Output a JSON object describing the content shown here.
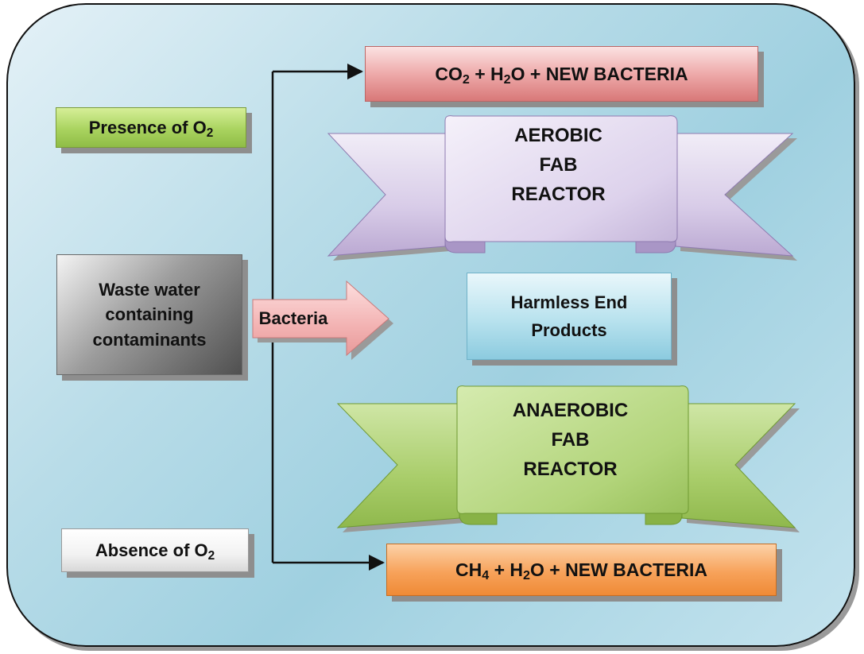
{
  "diagram": {
    "presence": {
      "text": "Presence of O",
      "sub": "2"
    },
    "absence": {
      "text": "Absence of O",
      "sub": "2"
    },
    "waste": {
      "line1": "Waste water",
      "line2": "containing",
      "line3": "contaminants"
    },
    "bacteria_label": "Bacteria",
    "co2_output": {
      "p1": "CO",
      "s1": "2",
      "p2": " + H",
      "s2": "2",
      "p3": "O + NEW BACTERIA"
    },
    "aerobic": {
      "line1": "AEROBIC",
      "line2": "FAB",
      "line3": "REACTOR"
    },
    "harmless": {
      "line1": "Harmless End",
      "line2": "Products"
    },
    "anaerobic": {
      "line1": "ANAEROBIC",
      "line2": "FAB",
      "line3": "REACTOR"
    },
    "ch4_output": {
      "p1": "CH",
      "s1": "4",
      "p2": " + H",
      "s2": "2",
      "p3": "O + NEW BACTERIA"
    }
  },
  "colors": {
    "aerobic_banner": "#dcd3ea",
    "aerobic_banner_dark": "#b9a8d1",
    "anaerobic_banner": "#bcd98a",
    "anaerobic_banner_dark": "#93bd52",
    "bacteria_arrow": "#f4b9b9"
  }
}
